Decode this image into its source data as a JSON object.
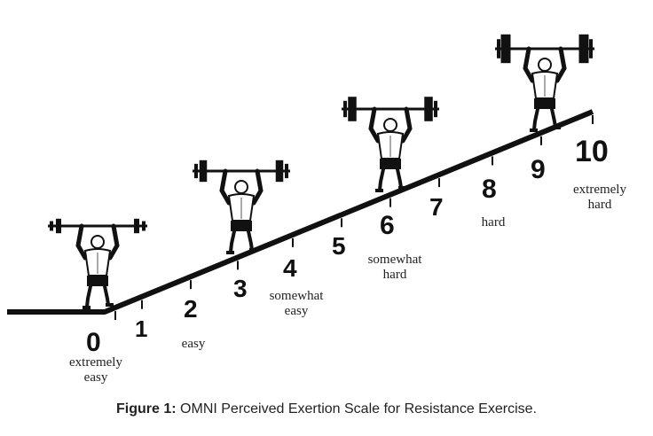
{
  "diagram": {
    "levels": [
      {
        "number": "0",
        "label": "extremely\neasy"
      },
      {
        "number": "1",
        "label": ""
      },
      {
        "number": "2",
        "label": "easy"
      },
      {
        "number": "3",
        "label": ""
      },
      {
        "number": "4",
        "label": "somewhat\neasy"
      },
      {
        "number": "5",
        "label": ""
      },
      {
        "number": "6",
        "label": "somewhat\nhard"
      },
      {
        "number": "7",
        "label": ""
      },
      {
        "number": "8",
        "label": "hard"
      },
      {
        "number": "9",
        "label": ""
      },
      {
        "number": "10",
        "label": "extremely\nhard"
      }
    ],
    "lifter_figures": 4
  },
  "caption": {
    "prefix": "Figure 1:",
    "text": " OMNI Perceived Exertion Scale  for Resistance Exercise."
  }
}
